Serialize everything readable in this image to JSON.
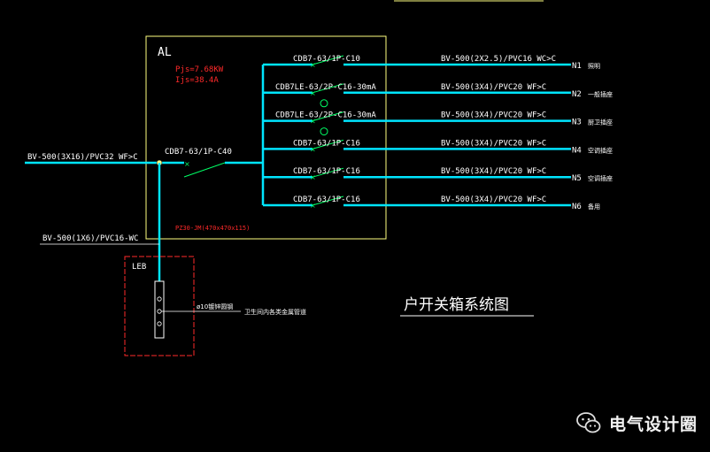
{
  "box_label": "AL",
  "power": {
    "pjs": "Pjs=7.68KW",
    "ijs": "Ijs=38.4A"
  },
  "incoming": {
    "cable": "BV-500(3X16)/PVC32 WF>C",
    "breaker": "CDB7-63/1P-C40"
  },
  "ground_cable": "BV-500(1X6)/PVC16-WC",
  "box_spec": "PZ30-JM(470x470x115)",
  "leb": {
    "label": "LEB",
    "terminal_note": "ø10镀锌圆钢",
    "connect_note": "卫生间内各类金属管道"
  },
  "circuits": [
    {
      "breaker": "CDB7-63/1P-C10",
      "cable": "BV-500(2X2.5)/PVC16 WC>C",
      "id": "N1",
      "load": "照明"
    },
    {
      "breaker": "CDB7LE-63/2P-C16-30mA",
      "cable": "BV-500(3X4)/PVC20 WF>C",
      "id": "N2",
      "load": "一般插座"
    },
    {
      "breaker": "CDB7LE-63/2P-C16-30mA",
      "cable": "BV-500(3X4)/PVC20 WF>C",
      "id": "N3",
      "load": "厨卫插座"
    },
    {
      "breaker": "CDB7-63/1P-C16",
      "cable": "BV-500(3X4)/PVC20 WF>C",
      "id": "N4",
      "load": "空调插座"
    },
    {
      "breaker": "CDB7-63/1P-C16",
      "cable": "BV-500(3X4)/PVC20 WF>C",
      "id": "N5",
      "load": "空调插座"
    },
    {
      "breaker": "CDB7-63/1P-C16",
      "cable": "BV-500(3X4)/PVC20 WF>C",
      "id": "N6",
      "load": "备用"
    }
  ],
  "title": "户开关箱系统图",
  "watermark": "电气设计圈",
  "colors": {
    "background": "#000000",
    "bus": "#00e5ff",
    "text": "#ffffff",
    "red": "#ff2a2a",
    "yellow": "#ffff80",
    "breaker": "#00ff66"
  }
}
